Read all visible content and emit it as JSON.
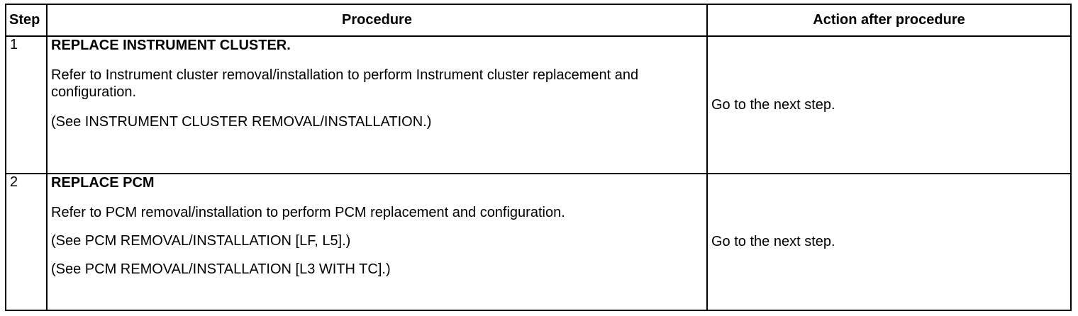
{
  "table": {
    "headers": {
      "step": "Step",
      "procedure": "Procedure",
      "action": "Action after procedure"
    },
    "rows": [
      {
        "step": "1",
        "title": "REPLACE INSTRUMENT CLUSTER.",
        "lines": [
          "Refer to Instrument cluster removal/installation to perform Instrument cluster replacement and configuration.",
          "(See INSTRUMENT CLUSTER REMOVAL/INSTALLATION.)"
        ],
        "action": "Go to the next step."
      },
      {
        "step": "2",
        "title": "REPLACE PCM",
        "lines": [
          "Refer to PCM removal/installation to perform PCM replacement and configuration.",
          "(See PCM REMOVAL/INSTALLATION [LF, L5].)",
          "(See PCM REMOVAL/INSTALLATION [L3 WITH TC].)"
        ],
        "action": "Go to the next step."
      }
    ]
  }
}
